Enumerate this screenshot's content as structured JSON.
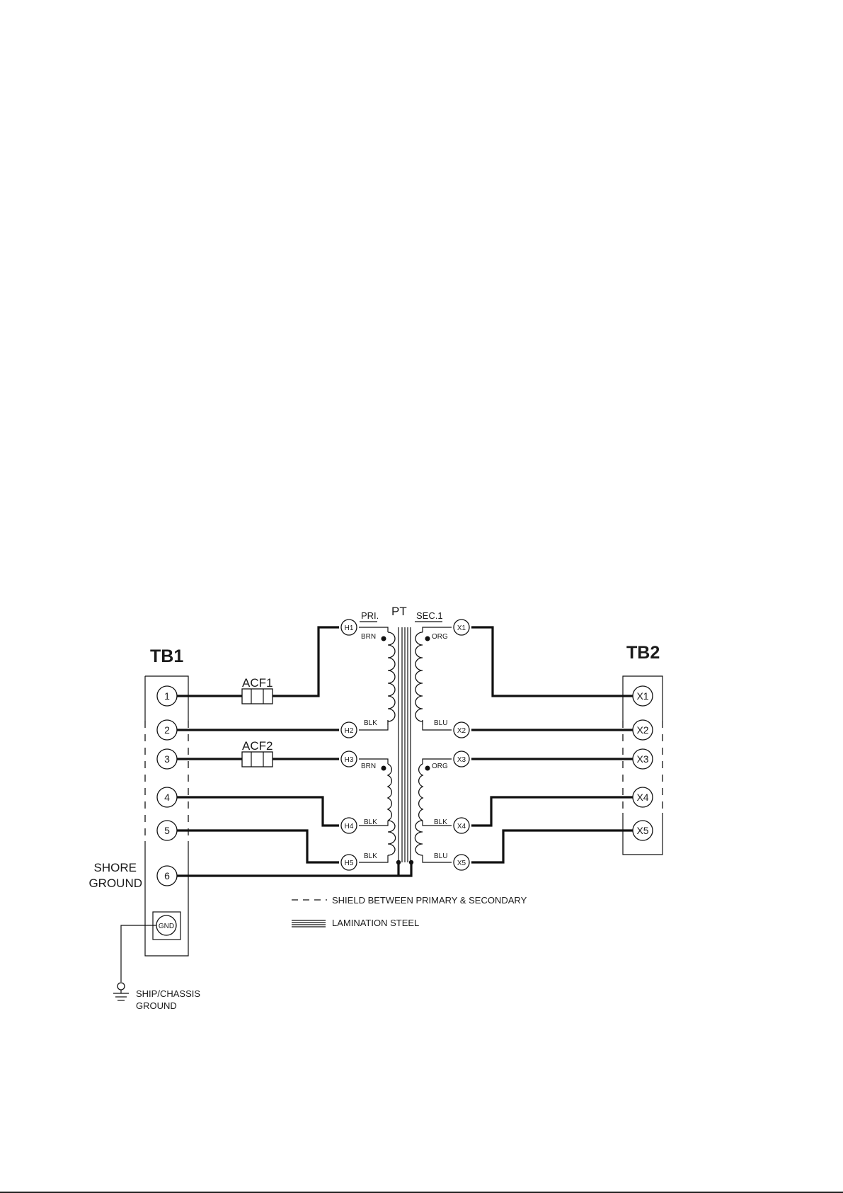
{
  "tb1": {
    "title": "TB1",
    "terminals": [
      "1",
      "2",
      "3",
      "4",
      "5",
      "6"
    ],
    "gnd_label": "GND"
  },
  "tb2": {
    "title": "TB2",
    "terminals": [
      "X1",
      "X2",
      "X3",
      "X4",
      "X5"
    ]
  },
  "filters": {
    "acf1": "ACF1",
    "acf2": "ACF2"
  },
  "transformer": {
    "title": "PT",
    "primary_label": "PRI.",
    "secondary_label": "SEC.1",
    "primary_terminals": [
      "H1",
      "H2",
      "H3",
      "H4",
      "H5"
    ],
    "secondary_terminals": [
      "X1",
      "X2",
      "X3",
      "X4",
      "X5"
    ],
    "primary_wire_colors": [
      "BRN",
      "BLK",
      "BRN",
      "BLK",
      "BLK"
    ],
    "secondary_wire_colors": [
      "ORG",
      "BLU",
      "ORG",
      "BLK",
      "BLU"
    ]
  },
  "labels": {
    "shore_ground_line1": "SHORE",
    "shore_ground_line2": "GROUND",
    "ship_ground_line1": "SHIP/CHASSIS",
    "ship_ground_line2": "GROUND"
  },
  "legend": {
    "shield": "SHIELD BETWEEN PRIMARY & SECONDARY",
    "lamination": "LAMINATION STEEL"
  }
}
